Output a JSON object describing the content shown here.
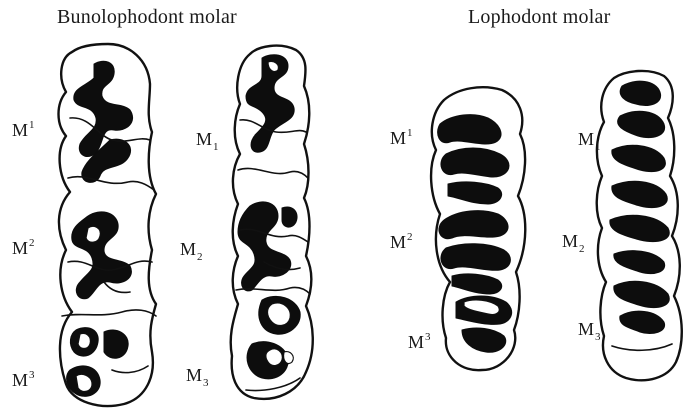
{
  "titles": {
    "bunolophodont": "Bunolophodont molar",
    "lophodont": "Lophodont molar"
  },
  "labels": {
    "upper": "M",
    "lower": "M",
    "n1": "1",
    "n2": "2",
    "n3": "3"
  }
}
